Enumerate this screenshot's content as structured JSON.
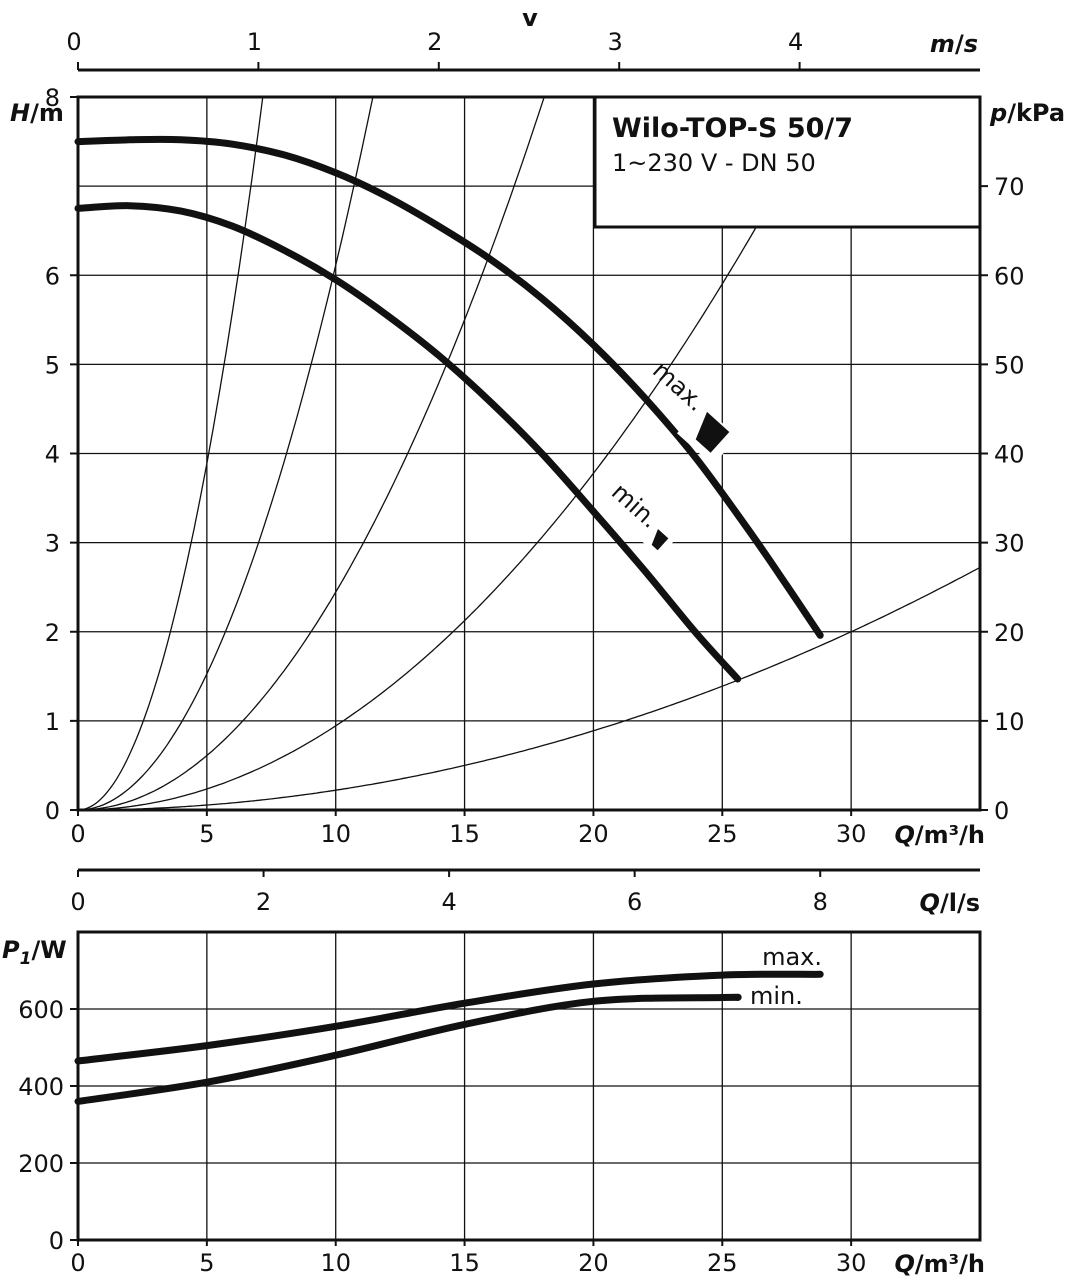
{
  "chart_data": [
    {
      "type": "line",
      "title": "Wilo-TOP-S 50/7",
      "subtitle": "1~230 V - DN 50",
      "xlabel": "Q/m³/h",
      "ylabel": "H/m",
      "y2label": "p/kPa",
      "top_axis": {
        "label_symbol": "v",
        "label_unit": "m/s",
        "ticks": [
          0,
          1,
          2,
          3,
          4
        ],
        "flow_per_mps": 7.0
      },
      "xlim": [
        0,
        35
      ],
      "ylim": [
        0,
        8
      ],
      "y2lim": [
        0,
        80
      ],
      "x_ticks": [
        0,
        5,
        10,
        15,
        20,
        25,
        30
      ],
      "y_ticks": [
        0,
        1,
        2,
        3,
        4,
        5,
        6,
        8
      ],
      "y2_ticks": [
        0,
        10,
        20,
        30,
        40,
        50,
        60,
        70
      ],
      "grid": true,
      "series": [
        {
          "name": "max.",
          "x": [
            0,
            2,
            4,
            6,
            8,
            10,
            12,
            14,
            16,
            18,
            20,
            22,
            24,
            26,
            27.5,
            28.8
          ],
          "y": [
            7.5,
            7.52,
            7.52,
            7.47,
            7.35,
            7.15,
            6.88,
            6.55,
            6.18,
            5.74,
            5.22,
            4.62,
            3.94,
            3.15,
            2.52,
            1.96
          ]
        },
        {
          "name": "min.",
          "x": [
            0,
            2,
            4,
            6,
            8,
            10,
            12,
            14,
            16,
            18,
            20,
            22,
            24,
            25.6
          ],
          "y": [
            6.75,
            6.78,
            6.72,
            6.55,
            6.28,
            5.95,
            5.55,
            5.1,
            4.58,
            4.0,
            3.35,
            2.68,
            1.98,
            1.47
          ]
        }
      ],
      "system_curve_heads_at_30": [
        2,
        8.5,
        22,
        55,
        140
      ],
      "region_markers": [
        {
          "label": "max.",
          "x": 24.2,
          "y": 4.4
        },
        {
          "label": "min.",
          "x": 22.4,
          "y": 3.12
        }
      ]
    },
    {
      "type": "line",
      "xlabel": "Q/m³/h",
      "ylabel": "P1/W",
      "top_axis": {
        "label": "Q/l/s",
        "ticks": [
          0,
          2,
          4,
          6,
          8
        ]
      },
      "xlim": [
        0,
        35
      ],
      "ylim": [
        0,
        800
      ],
      "x_ticks": [
        0,
        5,
        10,
        15,
        20,
        25,
        30
      ],
      "y_ticks": [
        0,
        200,
        400,
        600
      ],
      "grid": true,
      "series": [
        {
          "name": "max.",
          "x": [
            0,
            5,
            10,
            15,
            20,
            25,
            28.8
          ],
          "y": [
            465,
            505,
            555,
            615,
            665,
            688,
            690
          ]
        },
        {
          "name": "min.",
          "x": [
            0,
            5,
            10,
            15,
            20,
            25,
            25.6
          ],
          "y": [
            360,
            410,
            480,
            560,
            620,
            630,
            630
          ]
        }
      ]
    }
  ]
}
